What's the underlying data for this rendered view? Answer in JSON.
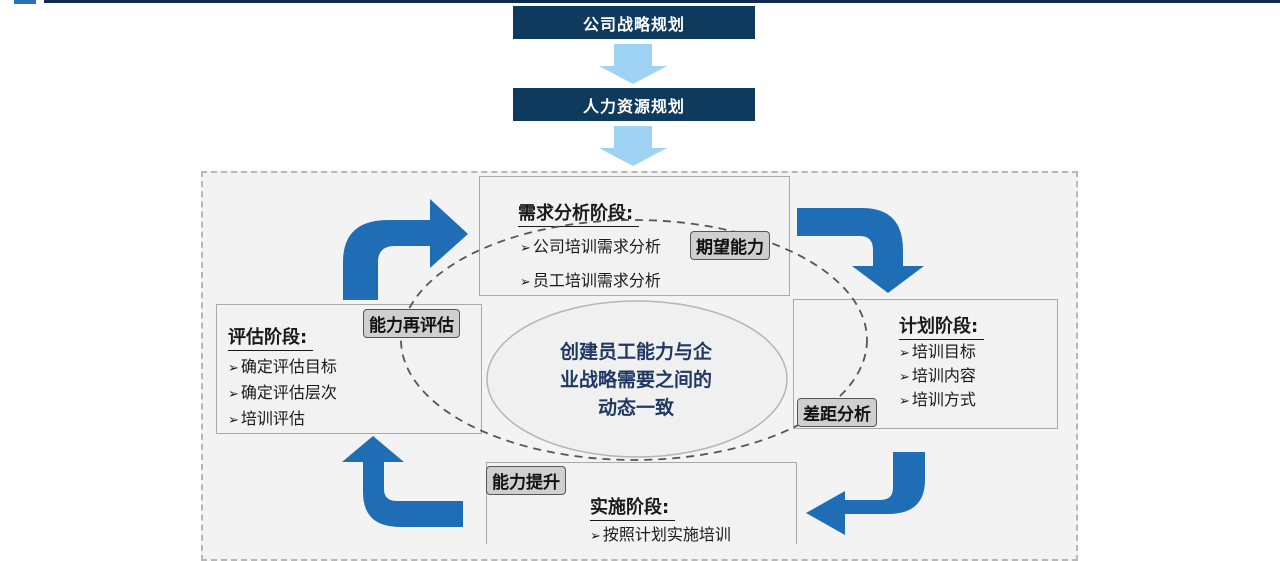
{
  "top_boxes": {
    "strategy": "公司战略规划",
    "hr": "人力资源规划"
  },
  "stages": {
    "needs": {
      "title": "需求分析阶段:",
      "items": [
        "公司培训需求分析",
        "员工培训需求分析"
      ]
    },
    "plan": {
      "title": "计划阶段:",
      "items": [
        "培训目标",
        "培训内容",
        "培训方式"
      ]
    },
    "implement": {
      "title": "实施阶段:",
      "items": [
        "按照计划实施培训"
      ]
    },
    "evaluate": {
      "title": "评估阶段:",
      "items": [
        "确定评估目标",
        "确定评估层次",
        "培训评估"
      ]
    }
  },
  "tags": {
    "expected": "期望能力",
    "gap": "差距分析",
    "improve": "能力提升",
    "reevaluate": "能力再评估"
  },
  "center": {
    "line1": "创建员工能力与企",
    "line2": "业战略需要之间的",
    "line3": "动态一致"
  },
  "colors": {
    "header_fill": "#0e3a5e",
    "flow_arrow": "#9fd3f3",
    "cycle_arrow": "#1f6eb5",
    "center_text": "#203864"
  }
}
